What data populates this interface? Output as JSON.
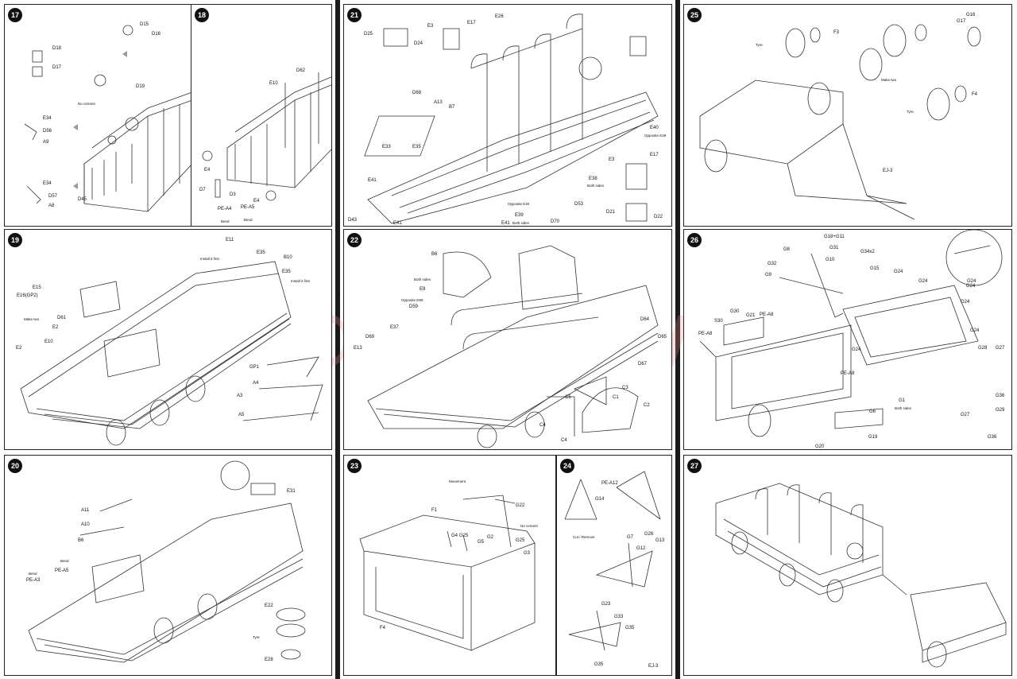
{
  "watermark": "modelarstvi.cz",
  "panels": {
    "p17": {
      "step": "17",
      "labels": [
        "D15",
        "D16",
        "D18",
        "D17",
        "D19",
        "E34",
        "D56",
        "A9",
        "E34",
        "D57",
        "A8",
        "D45"
      ],
      "note": "No cement"
    },
    "p18": {
      "step": "18",
      "labels": [
        "D62",
        "E10",
        "E4",
        "D7",
        "D3",
        "E4",
        "PE-A4",
        "PE-A5"
      ],
      "notes": [
        "Bend",
        "Bend"
      ]
    },
    "p21": {
      "step": "21",
      "labels": [
        "D25",
        "D24",
        "E3",
        "E17",
        "E26",
        "D68",
        "A13",
        "B7",
        "E33",
        "E35",
        "E41",
        "D43",
        "E41",
        "E40",
        "E17",
        "E3",
        "E38",
        "D53",
        "D70",
        "D21",
        "D22",
        "E41",
        "E39"
      ],
      "notes": [
        "Opposite E39",
        "Both sides",
        "Opposite E40",
        "Both sides"
      ]
    },
    "p25": {
      "step": "25",
      "labels": [
        "G16",
        "G17",
        "F3",
        "F4",
        "EJ-3"
      ],
      "notes": [
        "Tyre",
        "Make two",
        "Tyre"
      ]
    },
    "p19": {
      "step": "19",
      "labels": [
        "E11",
        "E35",
        "B10",
        "E35",
        "E15",
        "E16(GP2)",
        "D61",
        "E2",
        "E10",
        "E2",
        "GP1",
        "A4",
        "A3",
        "A5"
      ],
      "notes": [
        "Install it first",
        "Install it first",
        "Make two"
      ]
    },
    "p22": {
      "step": "22",
      "labels": [
        "B6",
        "E9",
        "D59",
        "D69",
        "E13",
        "E37",
        "D64",
        "D65",
        "D67",
        "C3",
        "C5",
        "C1",
        "C2",
        "C4",
        "C4"
      ],
      "notes": [
        "Both sides",
        "Opposite D59"
      ]
    },
    "p26": {
      "step": "26",
      "labels": [
        "G18+G11",
        "G8",
        "G31",
        "G34x2",
        "G32",
        "G10",
        "G15",
        "G9",
        "G24",
        "G24",
        "G24",
        "G24",
        "G24",
        "G30",
        "PE-A8",
        "S30",
        "G21",
        "PE-A8",
        "PE-A8",
        "G24",
        "G28",
        "G27",
        "G6",
        "G1",
        "G36",
        "G29",
        "G27",
        "G20",
        "G19",
        "G36",
        "G24"
      ],
      "notes": [
        "Both sides"
      ]
    },
    "p20": {
      "step": "20",
      "labels": [
        "A11",
        "A10",
        "B6",
        "PE-A5",
        "PE-A3",
        "E31",
        "E22",
        "E28"
      ],
      "notes": [
        "Bend",
        "Bend",
        "Tyre"
      ]
    },
    "p23": {
      "step": "23",
      "labels": [
        "F1",
        "G22",
        "G4",
        "G25",
        "G2",
        "G5",
        "G25",
        "G3",
        "F4"
      ],
      "notes": [
        "Movement",
        "No cement"
      ]
    },
    "p24": {
      "step": "24",
      "labels": [
        "PE-A12",
        "G14",
        "G26",
        "G7",
        "G12",
        "G13",
        "G23",
        "G33",
        "G35",
        "G35",
        "EJ-3"
      ],
      "notes": [
        "Cut / Remove"
      ]
    },
    "p27": {
      "step": "27"
    }
  }
}
